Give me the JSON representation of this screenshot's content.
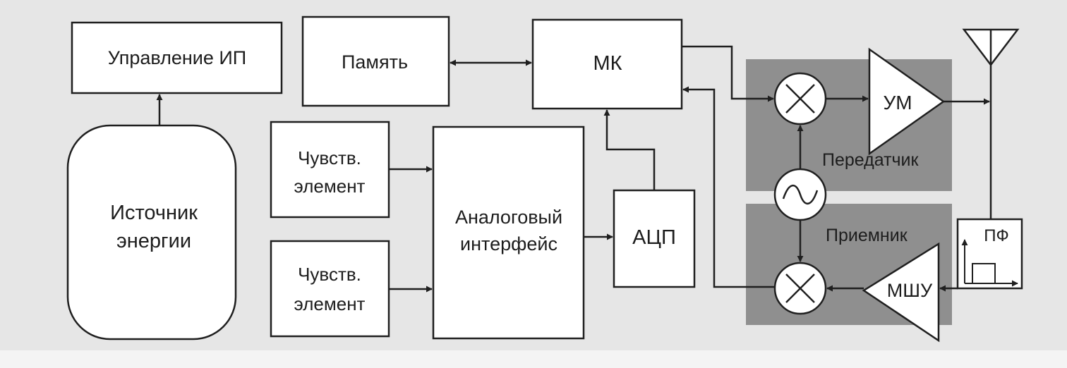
{
  "blocks": {
    "power_control": "Управление ИП",
    "memory": "Память",
    "mcu": "МК",
    "energy_source_line1": "Источник",
    "energy_source_line2": "энергии",
    "sensor1_line1": "Чувств.",
    "sensor1_line2": "элемент",
    "sensor2_line1": "Чувств.",
    "sensor2_line2": "элемент",
    "analog_if_line1": "Аналоговый",
    "analog_if_line2": "интерфейс",
    "adc": "АЦП",
    "power_amp": "УМ",
    "lna": "МШУ",
    "bandpass_filter": "ПФ"
  },
  "regions": {
    "transmitter": "Передатчик",
    "receiver": "Приемник"
  },
  "colors": {
    "background": "#e6e6e6",
    "box_fill": "#ffffff",
    "stroke": "#1f1f1f",
    "region_fill": "#8f8f8f"
  }
}
